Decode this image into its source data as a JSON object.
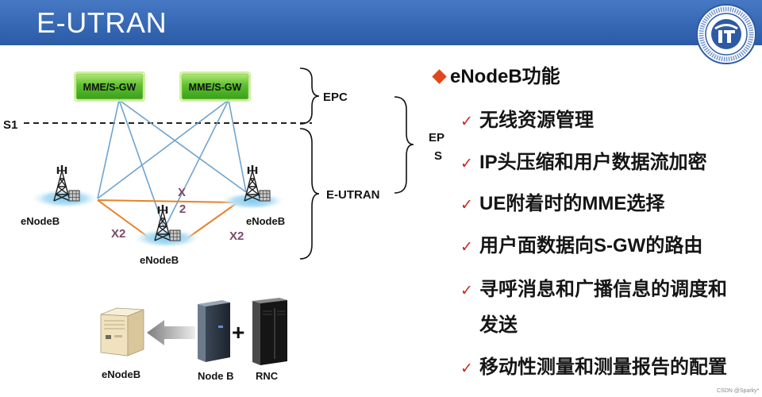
{
  "header": {
    "title": "E-UTRAN"
  },
  "colors": {
    "header_blue": "#2B5BA7",
    "heading_diamond": "#E2461C",
    "checkmark_red": "#C8281E",
    "core_node_green": "#5CC02E",
    "s1_link_blue": "#6FA3CF",
    "x2_link_orange": "#E8822A",
    "x2_label": "#7A4B6B"
  },
  "icons": {
    "heading_bullet": "diamond-icon",
    "item_bullet": "checkmark-icon",
    "evolution_arrow": "left-arrow-icon",
    "base_station": "cell-tower-icon",
    "logo": "institute-logo"
  },
  "diagram": {
    "core_nodes": [
      {
        "label": "MME/S-GW"
      },
      {
        "label": "MME/S-GW"
      }
    ],
    "s1_label": "S1",
    "epc_label": "EPC",
    "e_utran_label": "E-UTRAN",
    "eps_label": [
      "EP",
      "S"
    ],
    "enodebs": [
      {
        "label": "eNodeB"
      },
      {
        "label": "eNodeB"
      },
      {
        "label": "eNodeB"
      }
    ],
    "x2_labels": {
      "center": [
        "X",
        "2"
      ],
      "left": "X2",
      "right": "X2"
    }
  },
  "evolution": {
    "target_label": "eNodeB",
    "node_b_label": "Node B",
    "plus": "+",
    "rnc_label": "RNC"
  },
  "functions": {
    "heading": "eNodeB功能",
    "items": [
      {
        "text": "无线资源管理"
      },
      {
        "text": "IP头压缩和用户数据流加密"
      },
      {
        "text": "UE附着时的MME选择"
      },
      {
        "text": "用户面数据向S-GW的路由"
      },
      {
        "text": "寻呼消息和广播信息的调度和",
        "continuation": "发送"
      },
      {
        "text": "移动性测量和测量报告的配置"
      }
    ]
  },
  "watermark": "CSDN @Sparky*"
}
